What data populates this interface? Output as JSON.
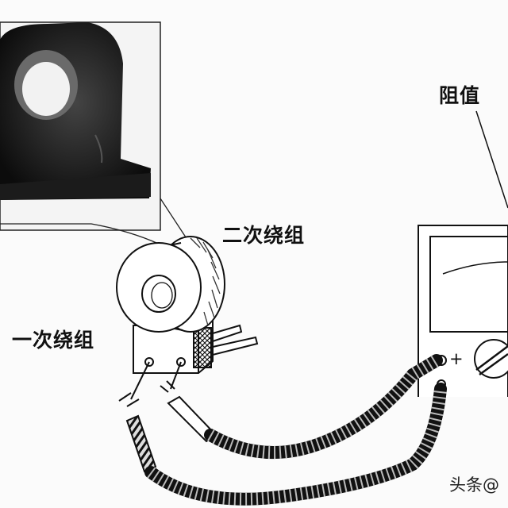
{
  "labels": {
    "resistance": "阻值",
    "secondary_winding": "二次绕组",
    "primary_winding": "一次绕组",
    "plus_sign": "+"
  },
  "watermark": "头条@",
  "colors": {
    "ink": "#111111",
    "background": "#fbfbfb",
    "photo_dark": "#222222"
  }
}
